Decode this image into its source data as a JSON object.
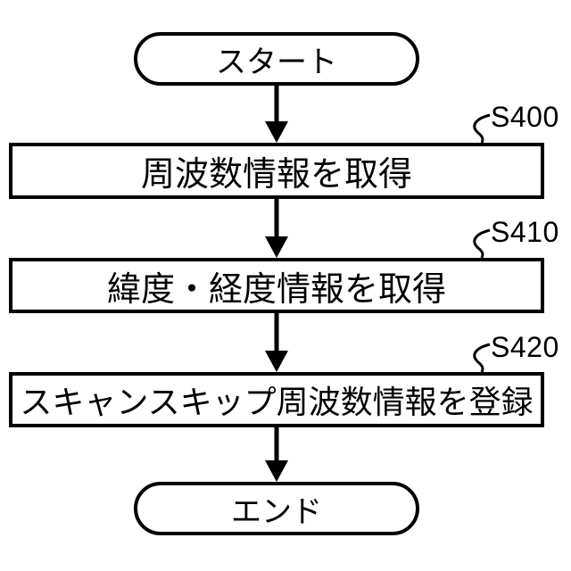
{
  "diagram": {
    "type": "flowchart",
    "start_label": "スタート",
    "end_label": "エンド",
    "steps": [
      {
        "id": "S400",
        "label": "周波数情報を取得"
      },
      {
        "id": "S410",
        "label": "緯度・経度情報を取得"
      },
      {
        "id": "S420",
        "label": "スキャンスキップ周波数情報を登録"
      }
    ],
    "colors": {
      "line": "#000000",
      "background": "#ffffff"
    }
  }
}
